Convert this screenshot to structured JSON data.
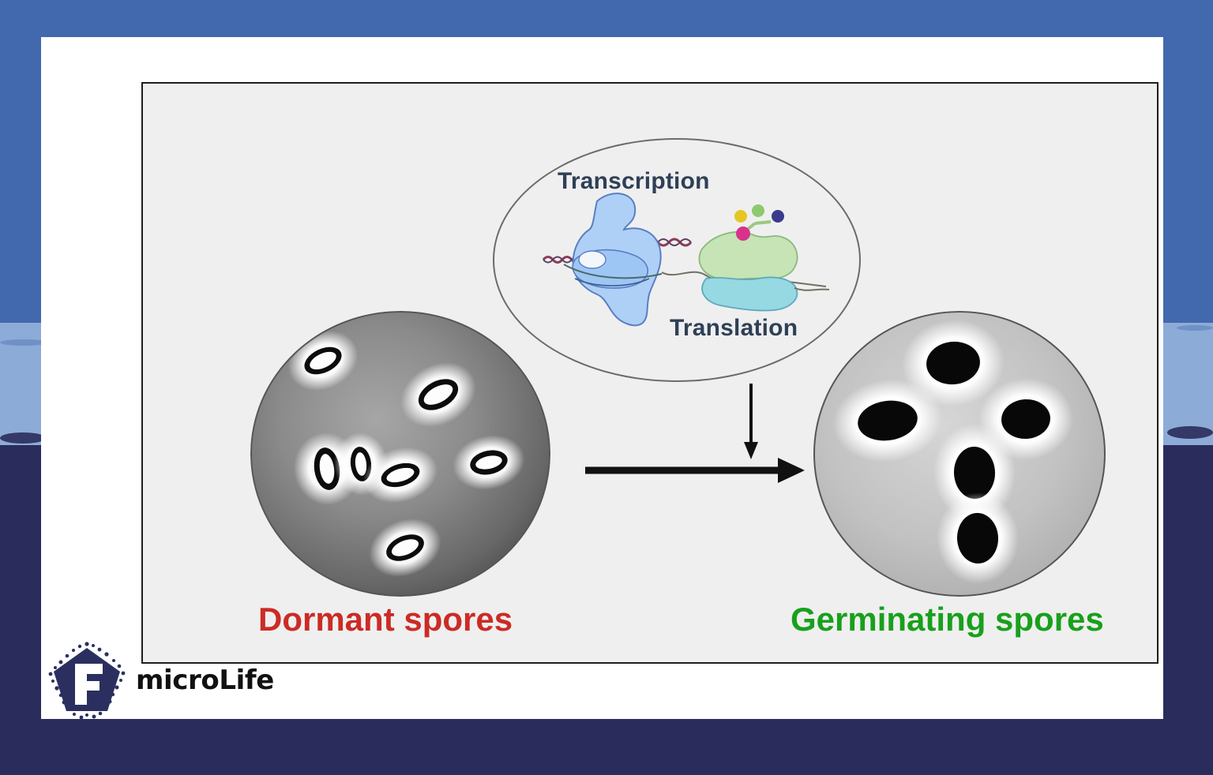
{
  "background": {
    "band_top_color": "#4268ae",
    "band_mid_color": "#8dabd7",
    "band_bottom_color": "#2a2c5c"
  },
  "card": {
    "background_color": "#ffffff"
  },
  "figure": {
    "panel_background": "#efefef",
    "panel_border_color": "#1d1d1d",
    "process_ellipse": {
      "fill": "#efeff0",
      "stroke": "#6b6b6b",
      "labels": {
        "transcription": "Transcription",
        "translation": "Translation",
        "text_color": "#2f3f56"
      },
      "molecules": {
        "rna_polymerase_color": "#a9cdf5",
        "rna_polymerase_stroke": "#5577b5",
        "dna_strand_color": "#7d3b55",
        "mrna_strand_color": "#6b6b5a",
        "ribosome_large_subunit_color": "#c3e3b4",
        "ribosome_small_subunit_color": "#8fd6e0",
        "polypeptide_beads": [
          "#d63a8c",
          "#e8c828",
          "#86c96a",
          "#3c3a8c"
        ]
      }
    },
    "arrows": {
      "down_arrow_name": "transcription-translation-arrow",
      "right_arrow_name": "germination-arrow",
      "color": "#111111"
    },
    "micrographs": [
      {
        "id": "dormant",
        "caption": "Dormant spores",
        "caption_color": "#cc2b25",
        "phase": "phase-bright",
        "spore_count": 7,
        "field_fill_center": "#8f8f8f",
        "field_fill_edge": "#4f4f4f"
      },
      {
        "id": "germinating",
        "caption": "Germinating spores",
        "caption_color": "#18a01c",
        "phase": "phase-dark",
        "spore_count": 5,
        "field_fill_center": "#c9c9c9",
        "field_fill_edge": "#9a9a9a"
      }
    ]
  },
  "logo": {
    "text": "microLife",
    "badge_letter": "F",
    "badge_color": "#2b2f60",
    "badge_shape": "pentagon-speckled"
  }
}
